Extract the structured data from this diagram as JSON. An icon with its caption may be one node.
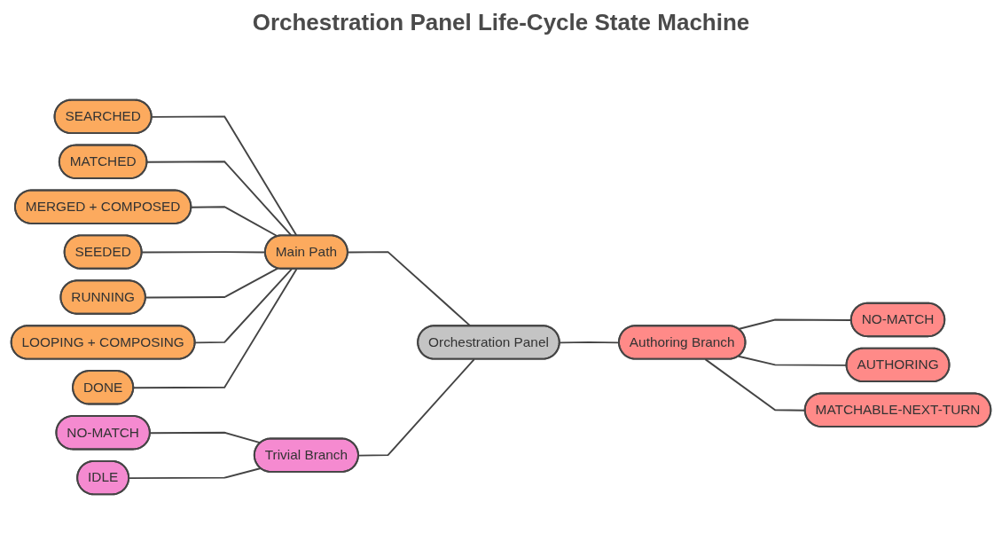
{
  "diagram": {
    "title": "Orchestration Panel Life-Cycle State Machine",
    "nodes": [
      {
        "text": [
          "Orchestration Panel"
        ]
      },
      {
        "text": [
          "Main Path"
        ]
      },
      {
        "text": [
          "SEARCHED"
        ]
      },
      {
        "text": [
          "MATCHED"
        ]
      },
      {
        "text": [
          "MERGED + COMPOSED"
        ]
      },
      {
        "text": [
          "SEEDED"
        ]
      },
      {
        "text": [
          "RUNNING"
        ]
      },
      {
        "text": [
          "LOOPING + COMPOSING"
        ]
      },
      {
        "text": [
          "DONE"
        ]
      },
      {
        "text": [
          "Trivial Branch"
        ]
      },
      {
        "text": [
          "NO-MATCH"
        ]
      },
      {
        "text": [
          "IDLE"
        ]
      },
      {
        "text": [
          "Authoring Branch"
        ]
      },
      {
        "text": [
          "NO-MATCH"
        ]
      },
      {
        "text": [
          "AUTHORING"
        ]
      },
      {
        "text": [
          "MATCHABLE-NEXT-TURN"
        ]
      }
    ],
    "edges": [
      {
        "from": 2,
        "to": 1,
        "arrow": "none"
      },
      {
        "from": 3,
        "to": 1,
        "arrow": "none"
      },
      {
        "from": 4,
        "to": 1,
        "arrow": "none"
      },
      {
        "from": 5,
        "to": 1,
        "arrow": "none"
      },
      {
        "from": 6,
        "to": 1,
        "arrow": "none"
      },
      {
        "from": 7,
        "to": 1,
        "arrow": "none"
      },
      {
        "from": 8,
        "to": 1,
        "arrow": "none"
      },
      {
        "from": 10,
        "to": 9,
        "arrow": "none"
      },
      {
        "from": 11,
        "to": 9,
        "arrow": "none"
      },
      {
        "from": 1,
        "to": 0,
        "arrow": "none"
      },
      {
        "from": 9,
        "to": 0,
        "arrow": "none"
      },
      {
        "from": 0,
        "to": 12,
        "arrow": "none"
      },
      {
        "from": 12,
        "to": 13,
        "arrow": "none"
      },
      {
        "from": 12,
        "to": 14,
        "arrow": "none"
      },
      {
        "from": 12,
        "to": 15,
        "arrow": "none"
      }
    ]
  }
}
